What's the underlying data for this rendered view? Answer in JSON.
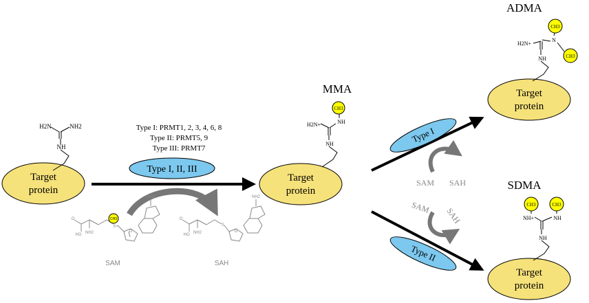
{
  "products": {
    "mma": "MMA",
    "adma": "ADMA",
    "sdma": "SDMA"
  },
  "protein": {
    "line1": "Target",
    "line2": "protein"
  },
  "enzymes": {
    "type1": "Type I: PRMT1, 2, 3, 4, 6, 8",
    "type2": "Type II: PRMT5, 9",
    "type3": "Type III: PRMT7"
  },
  "enzyme_labels": {
    "all_types": "Type I, II, III",
    "type_i": "Type I",
    "type_ii": "Type II"
  },
  "cofactors": {
    "sam": "SAM",
    "sah": "SAH"
  },
  "groups": {
    "methyl": "CH3",
    "nh2": "NH2",
    "h2n": "H2N",
    "nh": "NH",
    "n": "N",
    "h2n_plus": "H2N+",
    "nh_plus": "NH+",
    "o": "O",
    "ho": "HO",
    "s": "S",
    "s_plus": "S+"
  },
  "colors": {
    "protein_fill": "#f6e27a",
    "enzyme_fill": "#7cc8ee",
    "methyl_fill": "#ffff00",
    "arrow": "#000000",
    "cycle_arrow": "#777777",
    "structure_line": "#888888",
    "cofactor_text": "#888888"
  }
}
